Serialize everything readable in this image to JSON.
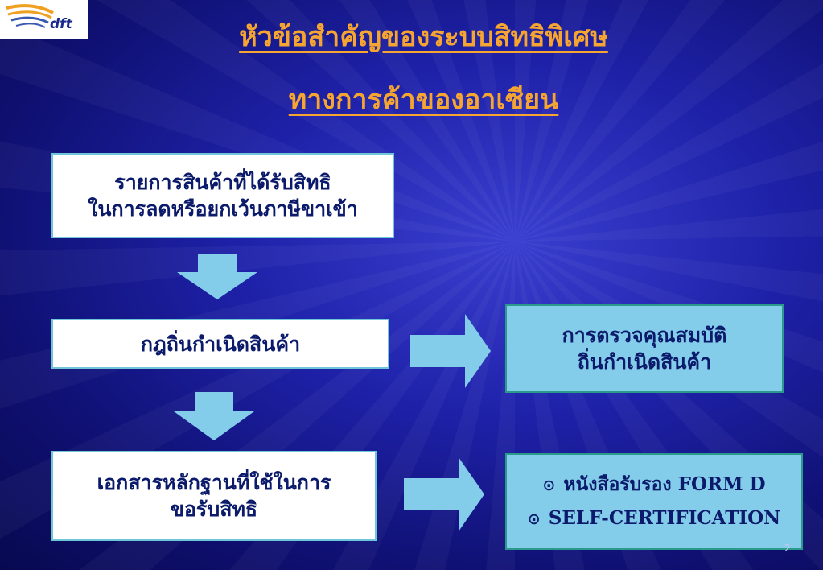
{
  "logo": {
    "text": "dft"
  },
  "title": {
    "line1": "หัวข้อสำคัญของระบบสิทธิพิเศษ",
    "line2": "ทางการค้าของอาเซียน"
  },
  "boxes": {
    "eligible_goods": {
      "line1": "รายการสินค้าที่ได้รับสิทธิ",
      "line2": "ในการลดหรือยกเว้นภาษีขาเข้า"
    },
    "rules_of_origin": {
      "line1": "กฎถิ่นกำเนิดสินค้า"
    },
    "evidence_docs": {
      "line1": "เอกสารหลักฐานที่ใช้ในการ",
      "line2": "ขอรับสิทธิ"
    },
    "origin_verification": {
      "line1": "การตรวจคุณสมบัติ",
      "line2": "ถิ่นกำเนิดสินค้า"
    },
    "certificates": {
      "bullet": "⊙",
      "items": [
        "หนังสือรับรอง FORM D",
        "SELF-CERTIFICATION"
      ]
    }
  },
  "page_number": "2",
  "colors": {
    "title": "#f6a530",
    "box_text": "#0b1a6a",
    "cyan_box": "#84cdea",
    "arrow": "#84cdea",
    "background": "#1e21a8"
  }
}
